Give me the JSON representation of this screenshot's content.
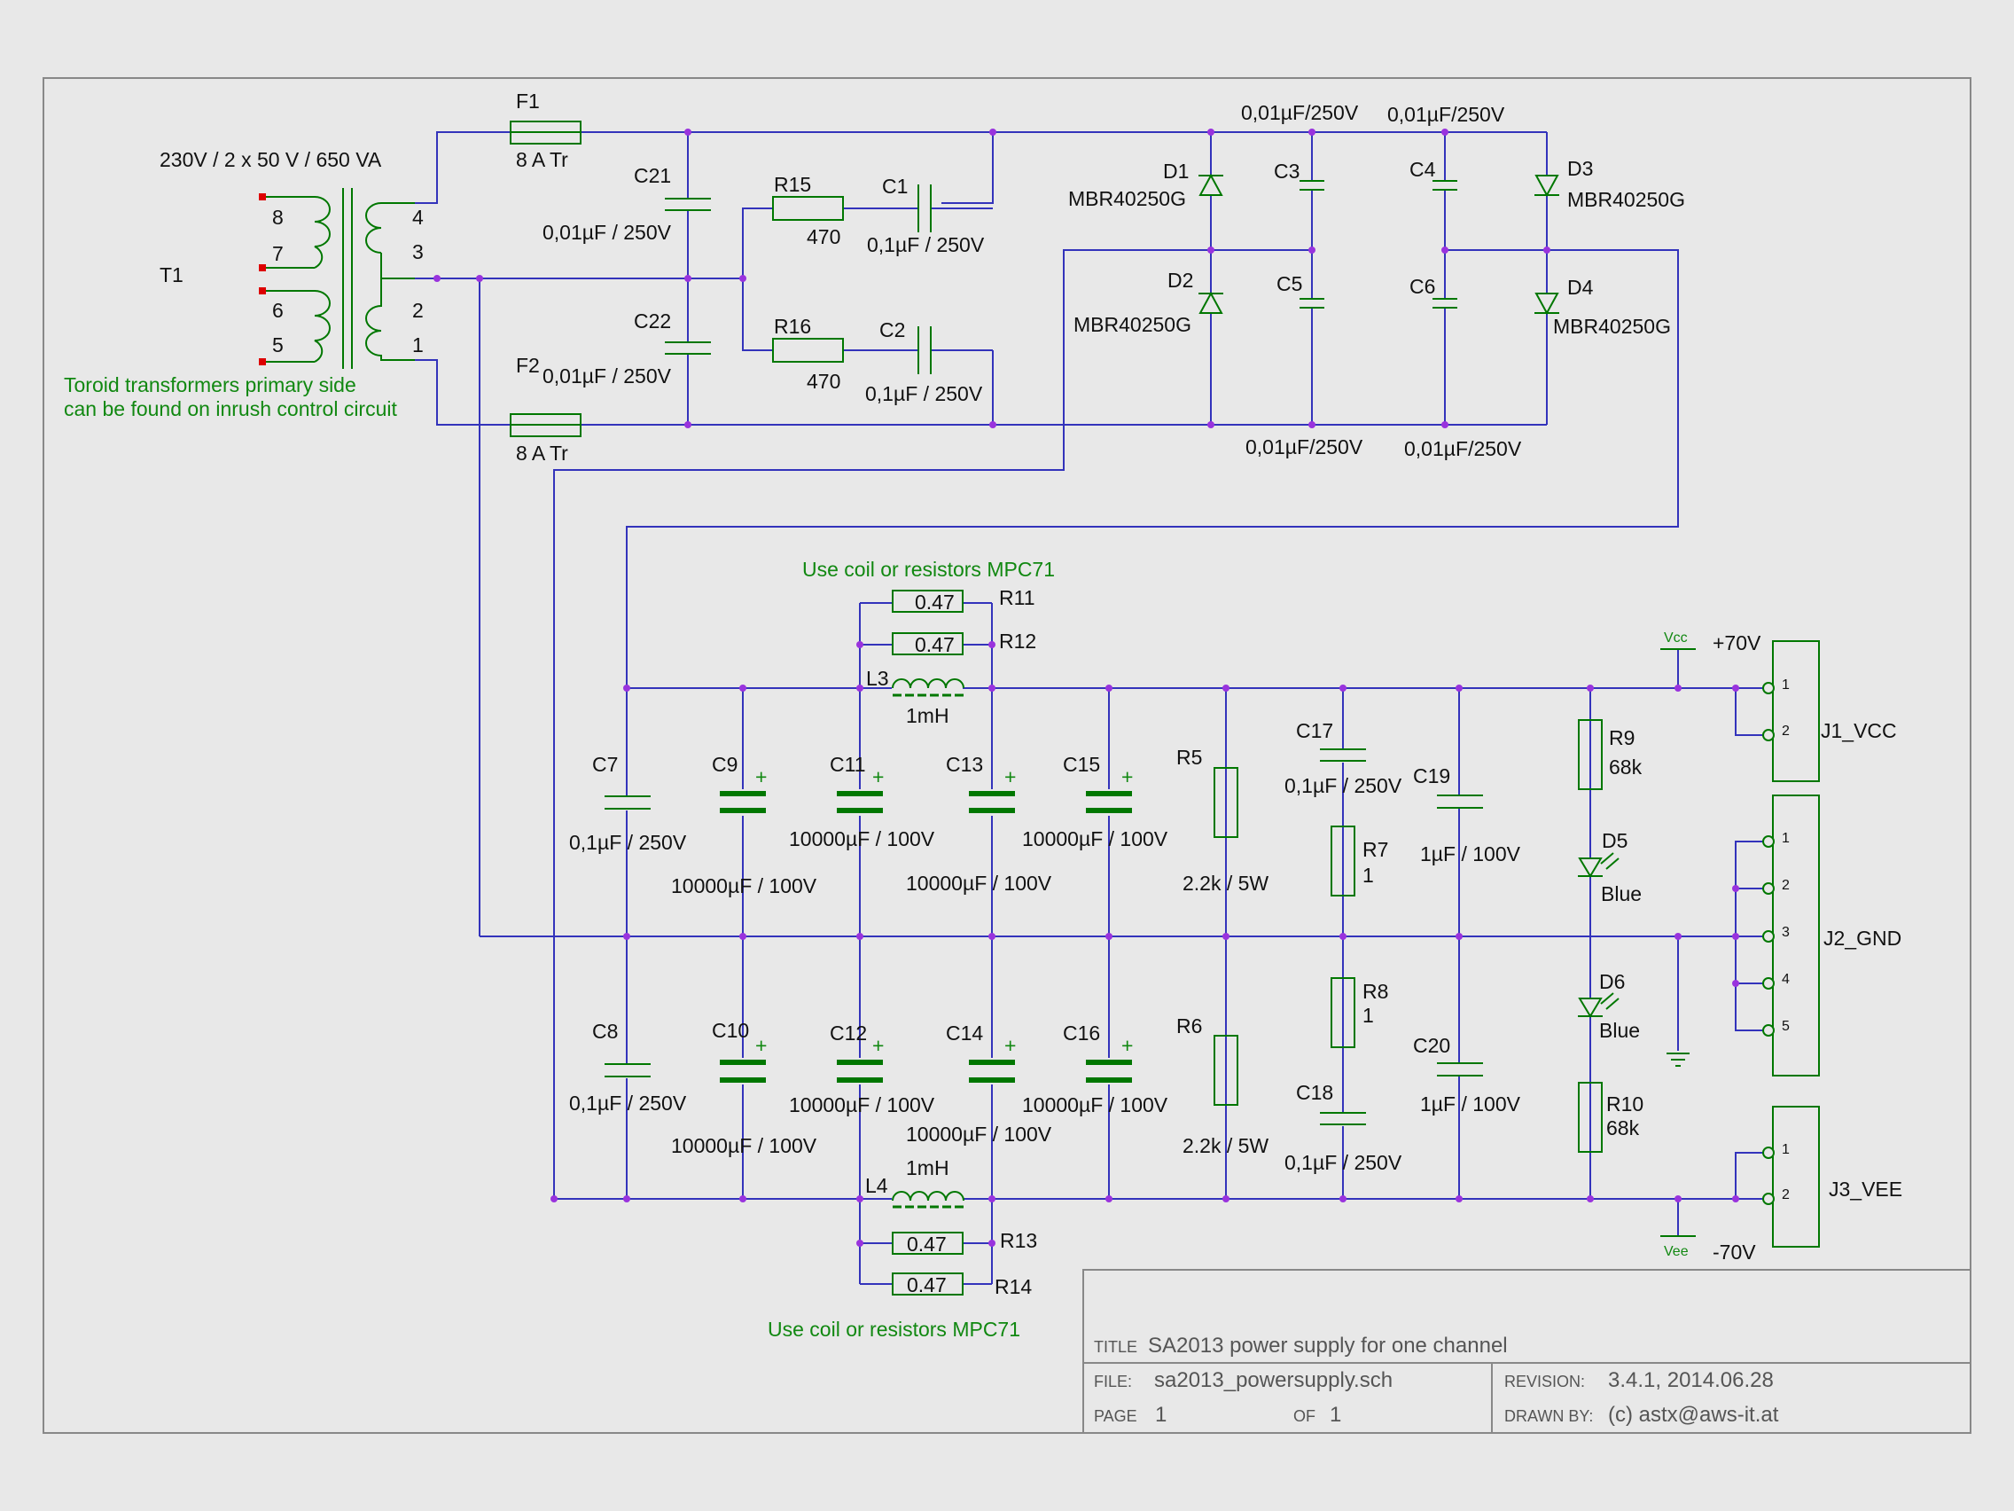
{
  "components": {
    "t1": {
      "ref": "T1",
      "value": "230V / 2 x 50 V / 650 VA",
      "pins_left": [
        "8",
        "7",
        "6",
        "5"
      ],
      "pins_right": [
        "4",
        "3",
        "2",
        "1"
      ]
    },
    "f1": {
      "ref": "F1",
      "value": "8 A Tr"
    },
    "f2": {
      "ref": "F2",
      "value": "8 A Tr"
    },
    "c21": {
      "ref": "C21",
      "value": "0,01µF / 250V"
    },
    "c22": {
      "ref": "C22",
      "value": "0,01µF / 250V"
    },
    "r15": {
      "ref": "R15",
      "value": "470"
    },
    "r16": {
      "ref": "R16",
      "value": "470"
    },
    "c1": {
      "ref": "C1",
      "value": "0,1µF / 250V"
    },
    "c2": {
      "ref": "C2",
      "value": "0,1µF / 250V"
    },
    "d1": {
      "ref": "D1",
      "value": "MBR40250G"
    },
    "d2": {
      "ref": "D2",
      "value": "MBR40250G"
    },
    "d3": {
      "ref": "D3",
      "value": "MBR40250G"
    },
    "d4": {
      "ref": "D4",
      "value": "MBR40250G"
    },
    "c3": {
      "ref": "C3",
      "value": "0,01µF/250V"
    },
    "c4": {
      "ref": "C4",
      "value": "0,01µF/250V"
    },
    "c5": {
      "ref": "C5",
      "value": "0,01µF/250V"
    },
    "c6": {
      "ref": "C6",
      "value": "0,01µF/250V"
    },
    "c7": {
      "ref": "C7",
      "value": "0,1µF / 250V"
    },
    "c8": {
      "ref": "C8",
      "value": "0,1µF / 250V"
    },
    "c9": {
      "ref": "C9",
      "value": "10000µF / 100V"
    },
    "c10": {
      "ref": "C10",
      "value": "10000µF / 100V"
    },
    "c11": {
      "ref": "C11",
      "value": "10000µF / 100V"
    },
    "c12": {
      "ref": "C12",
      "value": "10000µF / 100V"
    },
    "c13": {
      "ref": "C13",
      "value": "10000µF / 100V"
    },
    "c14": {
      "ref": "C14",
      "value": "10000µF / 100V"
    },
    "c15": {
      "ref": "C15",
      "value": "10000µF / 100V"
    },
    "c16": {
      "ref": "C16",
      "value": "10000µF / 100V"
    },
    "l3": {
      "ref": "L3",
      "value": "1mH"
    },
    "l4": {
      "ref": "L4",
      "value": "1mH"
    },
    "r11": {
      "ref": "R11",
      "value": "0.47"
    },
    "r12": {
      "ref": "R12",
      "value": "0.47"
    },
    "r13": {
      "ref": "R13",
      "value": "0.47"
    },
    "r14": {
      "ref": "R14",
      "value": "0.47"
    },
    "r5": {
      "ref": "R5",
      "value": "2.2k / 5W"
    },
    "r6": {
      "ref": "R6",
      "value": "2.2k / 5W"
    },
    "c17": {
      "ref": "C17",
      "value": "0,1µF / 250V"
    },
    "c18": {
      "ref": "C18",
      "value": "0,1µF / 250V"
    },
    "r7": {
      "ref": "R7",
      "value": "1"
    },
    "r8": {
      "ref": "R8",
      "value": "1"
    },
    "c19": {
      "ref": "C19",
      "value": "1µF / 100V"
    },
    "c20": {
      "ref": "C20",
      "value": "1µF / 100V"
    },
    "r9": {
      "ref": "R9",
      "value": "68k"
    },
    "r10": {
      "ref": "R10",
      "value": "68k"
    },
    "d5": {
      "ref": "D5",
      "value": "Blue"
    },
    "d6": {
      "ref": "D6",
      "value": "Blue"
    },
    "j1": {
      "ref": "J1_VCC",
      "pins": [
        "1",
        "2"
      ]
    },
    "j2": {
      "ref": "J2_GND",
      "pins": [
        "1",
        "2",
        "3",
        "4",
        "5"
      ]
    },
    "j3": {
      "ref": "J3_VEE",
      "pins": [
        "1",
        "2"
      ]
    }
  },
  "nets": {
    "vcc_symbol": "Vcc",
    "vee_symbol": "Vee",
    "vcc_voltage": "+70V",
    "vee_voltage": "-70V"
  },
  "notes": {
    "toroid_line1": "Toroid transformers primary side",
    "toroid_line2": "can be found on inrush control circuit",
    "coil_top": "Use coil or resistors MPC71",
    "coil_bottom": "Use coil or resistors MPC71"
  },
  "title_block": {
    "title_label": "TITLE",
    "title": "SA2013 power supply for one channel",
    "file_label": "FILE:",
    "file": "sa2013_powersupply.sch",
    "revision_label": "REVISION:",
    "revision": "3.4.1, 2014.06.28",
    "page_label": "PAGE",
    "page": "1",
    "of_label": "OF",
    "of": "1",
    "drawn_label": "DRAWN BY:",
    "drawn": "(c) astx@aws-it.at"
  }
}
